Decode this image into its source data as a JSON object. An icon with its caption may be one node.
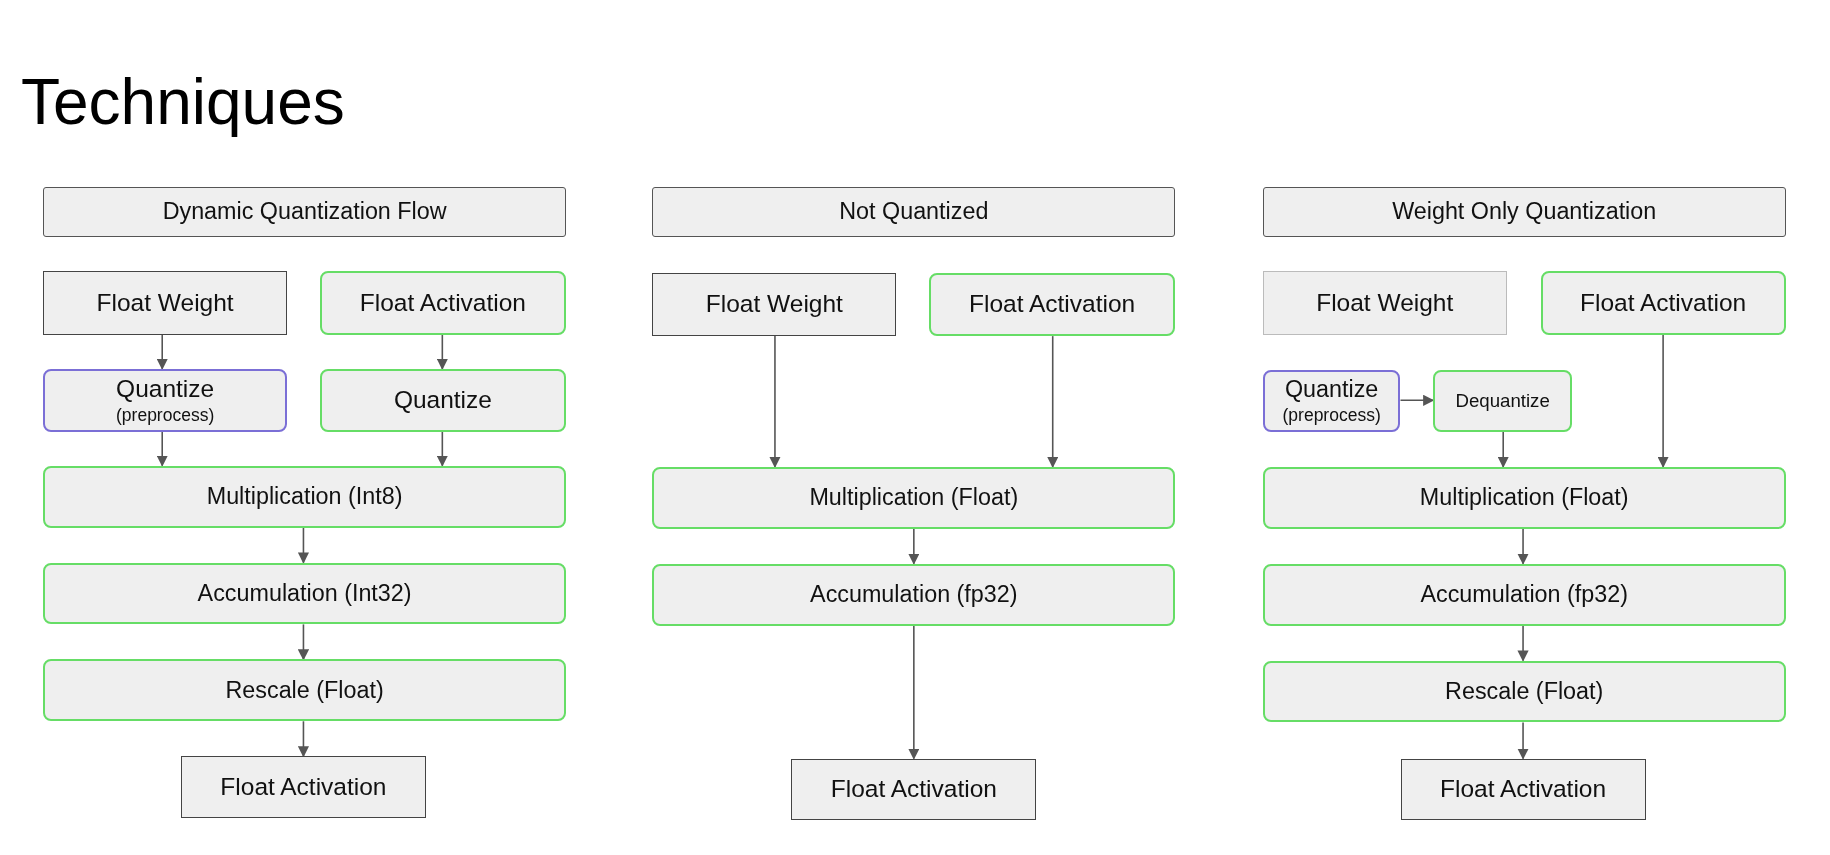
{
  "diagram": {
    "title": "Techniques",
    "nodes": [
      {
        "text": [
          "Dynamic Quantization Flow"
        ]
      },
      {
        "text": [
          "Float Weight"
        ]
      },
      {
        "text": [
          "Float Activation"
        ]
      },
      {
        "text": [
          "Quantize",
          "(preprocess)"
        ]
      },
      {
        "text": [
          "Quantize"
        ]
      },
      {
        "text": [
          "Multiplication (Int8)"
        ]
      },
      {
        "text": [
          "Accumulation (Int32)"
        ]
      },
      {
        "text": [
          "Rescale (Float)"
        ]
      },
      {
        "text": [
          "Float Activation"
        ]
      },
      {
        "text": [
          "Not Quantized"
        ]
      },
      {
        "text": [
          "Float Weight"
        ]
      },
      {
        "text": [
          "Float Activation"
        ]
      },
      {
        "text": [
          "Multiplication (Float)"
        ]
      },
      {
        "text": [
          "Accumulation (fp32)"
        ]
      },
      {
        "text": [
          "Float Activation"
        ]
      },
      {
        "text": [
          "Weight Only Quantization"
        ]
      },
      {
        "text": [
          "Float Weight"
        ]
      },
      {
        "text": [
          "Float Activation"
        ]
      },
      {
        "text": [
          "Quantize",
          "(preprocess)"
        ]
      },
      {
        "text": [
          "Dequantize"
        ]
      },
      {
        "text": [
          "Multiplication (Float)"
        ]
      },
      {
        "text": [
          "Accumulation (fp32)"
        ]
      },
      {
        "text": [
          "Rescale (Float)"
        ]
      },
      {
        "text": [
          "Float Activation"
        ]
      }
    ],
    "edges": [
      {
        "from": 1,
        "to": 3,
        "arrow": "to"
      },
      {
        "from": 2,
        "to": 4,
        "arrow": "to"
      },
      {
        "from": 3,
        "to": 5,
        "arrow": "to"
      },
      {
        "from": 4,
        "to": 5,
        "arrow": "to"
      },
      {
        "from": 5,
        "to": 6,
        "arrow": "to"
      },
      {
        "from": 6,
        "to": 7,
        "arrow": "to"
      },
      {
        "from": 7,
        "to": 8,
        "arrow": "to"
      },
      {
        "from": 10,
        "to": 12,
        "arrow": "to"
      },
      {
        "from": 11,
        "to": 12,
        "arrow": "to"
      },
      {
        "from": 12,
        "to": 13,
        "arrow": "to"
      },
      {
        "from": 13,
        "to": 14,
        "arrow": "to"
      },
      {
        "from": 18,
        "to": 19,
        "arrow": "to"
      },
      {
        "from": 19,
        "to": 20,
        "arrow": "to"
      },
      {
        "from": 17,
        "to": 20,
        "arrow": "to"
      },
      {
        "from": 20,
        "to": 21,
        "arrow": "to"
      },
      {
        "from": 21,
        "to": 22,
        "arrow": "to"
      },
      {
        "from": 22,
        "to": 23,
        "arrow": "to"
      }
    ]
  }
}
